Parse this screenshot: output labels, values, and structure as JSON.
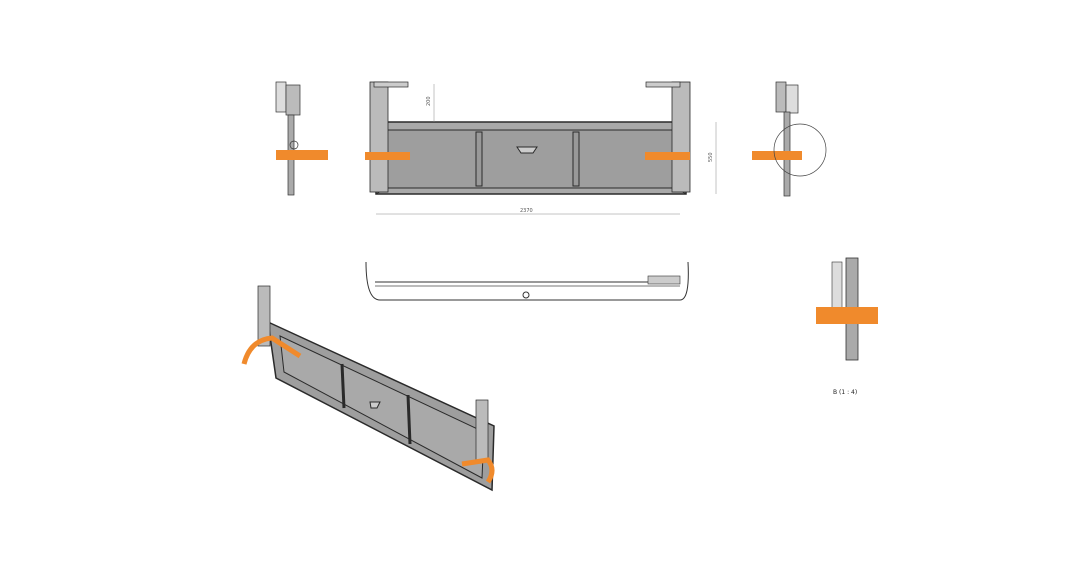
{
  "dimensions": {
    "height_top": "200",
    "height_right": "550",
    "width": "2370"
  },
  "detail_label": "B (1 : 4)",
  "colors": {
    "panel": "#a9a9a9",
    "outline": "#2a2a2a",
    "strap": "#f08a2c"
  }
}
